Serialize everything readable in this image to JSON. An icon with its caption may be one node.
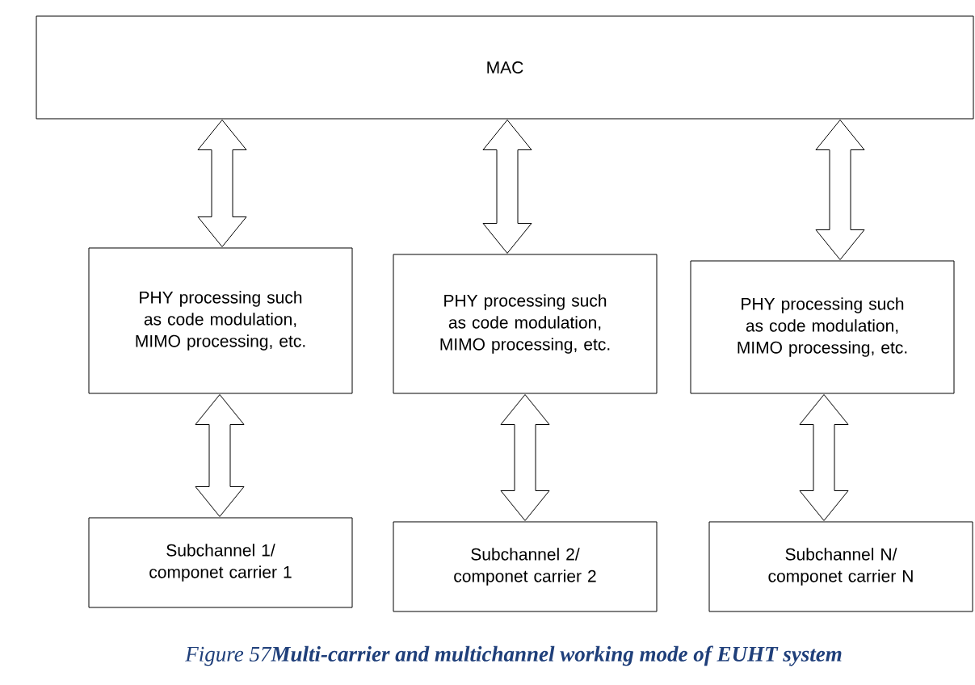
{
  "diagram": {
    "caption": "Figure 57**Multi-carrier and multichannel working mode of EUHT system**",
    "nodes": [
      {
        "text": [
          "MAC"
        ]
      },
      {
        "text": [
          "PHY processing such as code modulation, MIMO processing, etc."
        ]
      },
      {
        "text": [
          "PHY processing such as code modulation, MIMO processing, etc."
        ]
      },
      {
        "text": [
          "PHY processing such as code modulation, MIMO processing, etc."
        ]
      },
      {
        "text": [
          "Subchannel 1/ componet carrier 1"
        ]
      },
      {
        "text": [
          "Subchannel 2/ componet carrier 2"
        ]
      },
      {
        "text": [
          "Subchannel N/ componet carrier N"
        ]
      }
    ],
    "edges": [
      {
        "from": 0,
        "to": 1,
        "arrow": "both"
      },
      {
        "from": 0,
        "to": 2,
        "arrow": "both"
      },
      {
        "from": 0,
        "to": 3,
        "arrow": "both"
      },
      {
        "from": 1,
        "to": 4,
        "arrow": "both"
      },
      {
        "from": 2,
        "to": 5,
        "arrow": "both"
      },
      {
        "from": 3,
        "to": 6,
        "arrow": "both"
      }
    ]
  }
}
